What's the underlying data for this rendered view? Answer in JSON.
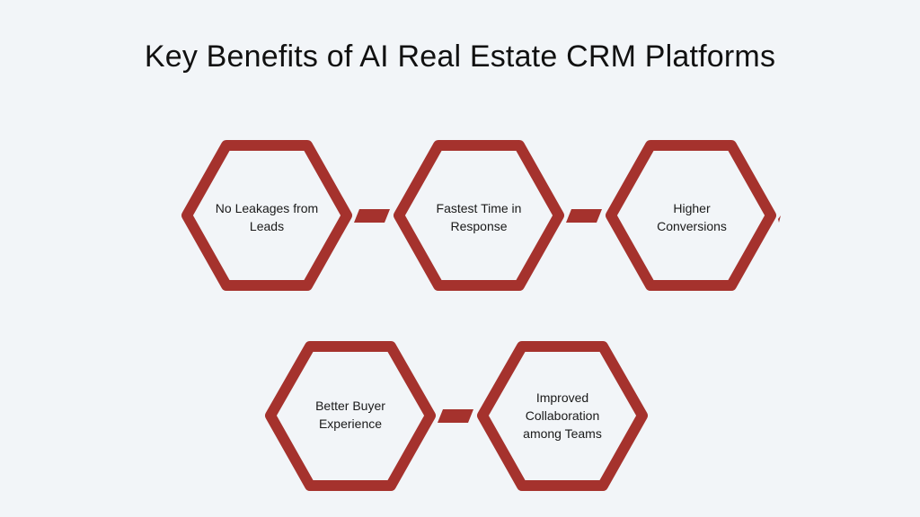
{
  "title": "Key Benefits of AI Real Estate CRM Platforms",
  "colors": {
    "accent": "#a5322d",
    "background": "#f2f5f8"
  },
  "benefits": [
    {
      "lines": [
        "No Leakages from",
        "Leads"
      ]
    },
    {
      "lines": [
        "Fastest Time in",
        "Response"
      ]
    },
    {
      "lines": [
        "Higher",
        "Conversions"
      ]
    },
    {
      "lines": [
        "Better Buyer",
        "Experience"
      ]
    },
    {
      "lines": [
        "Improved",
        "Collaboration",
        "among Teams"
      ]
    }
  ]
}
